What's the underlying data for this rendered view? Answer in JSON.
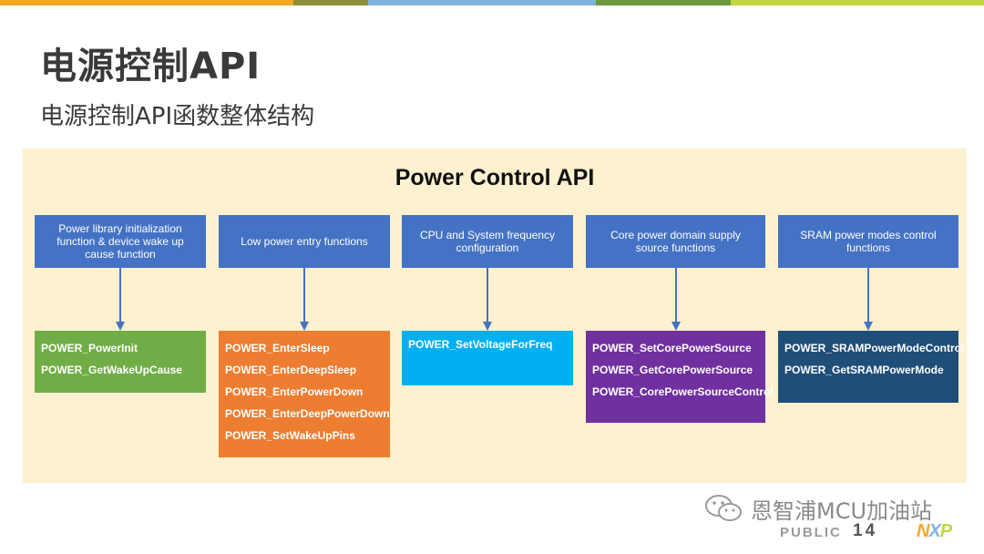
{
  "colors": {
    "topbar": [
      "#f7a823",
      "#8b8f3a",
      "#7fb4df",
      "#6a9a3c",
      "#c3d63f"
    ],
    "panel_bg": "#fdf1cf",
    "category_box": "#4472c4",
    "arrow": "#4472c4",
    "group_green": "#70ad47",
    "group_orange": "#ed7d31",
    "group_cyan": "#00b0f0",
    "group_purple": "#7030a0",
    "group_navy": "#1f4e79"
  },
  "header": {
    "title": "电源控制API",
    "subtitle": "电源控制API函数整体结构"
  },
  "diagram": {
    "title": "Power Control API",
    "columns": [
      {
        "category": "Power library initialization function & device wake up cause function",
        "functions": [
          "POWER_PowerInit",
          "POWER_GetWakeUpCause"
        ]
      },
      {
        "category": "Low power entry functions",
        "functions": [
          "POWER_EnterSleep",
          "POWER_EnterDeepSleep",
          "POWER_EnterPowerDown",
          "POWER_EnterDeepPowerDown",
          "POWER_SetWakeUpPins"
        ]
      },
      {
        "category": "CPU and System frequency configuration",
        "functions": [
          "POWER_SetVoltageForFreq"
        ]
      },
      {
        "category": "Core power domain supply source functions",
        "functions": [
          "POWER_SetCorePowerSource",
          "POWER_GetCorePowerSource",
          "POWER_CorePowerSourceControl"
        ]
      },
      {
        "category": "SRAM power modes control functions",
        "functions": [
          "POWER_SRAMPowerModeControl",
          "POWER_GetSRAMPowerMode"
        ]
      }
    ]
  },
  "footer": {
    "wechat_icon": "wechat-icon",
    "wechat_name": "恩智浦MCU加油站",
    "classification": "PUBLIC",
    "page_number": "14",
    "logo": "NXP"
  }
}
